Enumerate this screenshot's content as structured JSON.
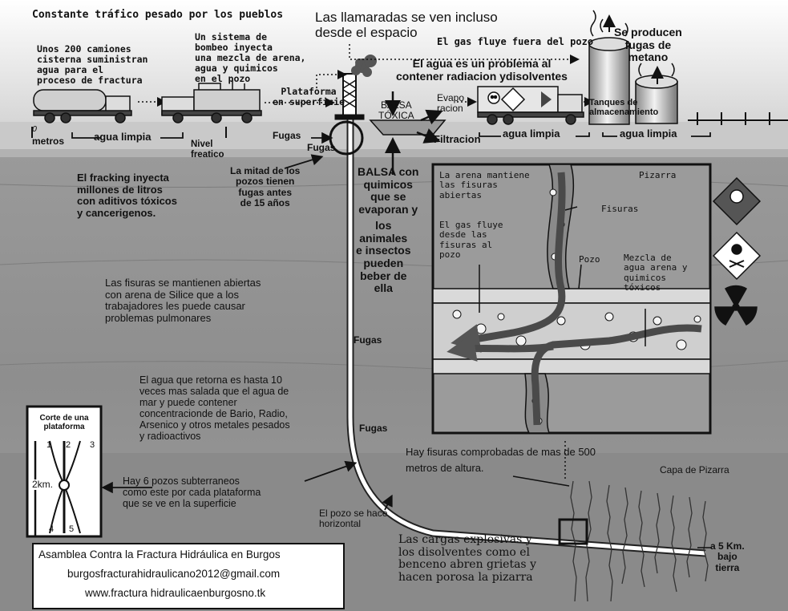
{
  "diagram": {
    "top_title": "Constante tráfico pesado por los pueblos",
    "flares": "Las llamaradas se ven incluso\ndesde el espacio",
    "gas_flows_out": "El gas fluye fuera del pozo",
    "methane": "Se producen\nfugas de\nmetano",
    "trucks": "Unos 200 camiones\ncisterna suministran\nagua para el\nproceso de fractura",
    "pumping": "Un sistema de\nbombeo inyecta\nuna mezcla de arena,\nagua y quimicos\n en el pozo",
    "platform": "Plataforma\nen superficie",
    "water_problem": "El agua es un problema al\ncontener radiacion ydisolventes",
    "pond": "BALSA\nTÓXICA",
    "evaporation": "Evapo\nracion",
    "tanks": "Tanques de\nalmacenamiento",
    "zero": "0",
    "metros": "metros",
    "clean_water_1": "agua limpia",
    "clean_water_2": "agua limpia",
    "clean_water_3": "agua limpia",
    "water_table": "Nivel\nfreatico",
    "leaks_1": "Fugas",
    "leaks_2": "Fugas",
    "filtration": "Filtracion",
    "half_wells": "La mitad de los\npozos tienen\nfugas antes\nde 15 años",
    "pond_chemicals": "BALSA con\nquimicos\nque se\nevaporan y",
    "animals": "los\nanimales\ne insectos\npueden\nbeber de\nella",
    "fracking_injects": "El fracking inyecta\nmillones de litros\ncon aditivos tóxicos\ny cancerigenos.",
    "fissures_open": "Las fisuras se mantienen abiertas\ncon arena de Silice que a los\ntrabajadores les puede causar\nproblemas pulmonares",
    "salty_water": "El agua que retorna es hasta 10\nveces mas salada que el agua de\nmar y puede contener\nconcentracionde de Bario, Radio,\nArsenico y otros metales pesados\ny radioactivos",
    "six_wells": "Hay 6 pozos subterraneos\ncomo este por cada plataforma\nque se ve en la superficie",
    "leaks_3": "Fugas",
    "leaks_4": "Fugas",
    "horizontal": "El pozo se hace\nhorizontal",
    "fissures_500": "Hay fisuras comprobadas de mas de 500\nmetros de altura.",
    "shale_layer": "Capa de Pizarra",
    "depth": "a 5 Km.\nbajo\ntierra",
    "explosives": "Las cargas explosivas y\nlos  disolventes como el\nbenceno abren grietas y\nhacen porosa la pizarra",
    "inset": {
      "sand": "La arena mantiene\nlas fisuras\nabiertas",
      "gas": "El gas fluye\ndesde las\nfisuras al\npozo",
      "shale": "Pizarra",
      "fissures": "Fisuras",
      "well": "Pozo",
      "mix": "Mezcla de\nagua arena y\nquimicos\ntóxicos"
    },
    "cut": {
      "title": "Corte de una\nplataforma",
      "n1": "1",
      "n2": "2",
      "n3": "3",
      "n4": "4",
      "n5": "5",
      "depth": "2km."
    },
    "credits": {
      "org": "Asamblea Contra la  Fractura Hidráulica en Burgos",
      "email": "burgosfracturahidraulicano2012@gmail.com",
      "web": "www.fractura hidraulicaenburgosno.tk"
    }
  }
}
